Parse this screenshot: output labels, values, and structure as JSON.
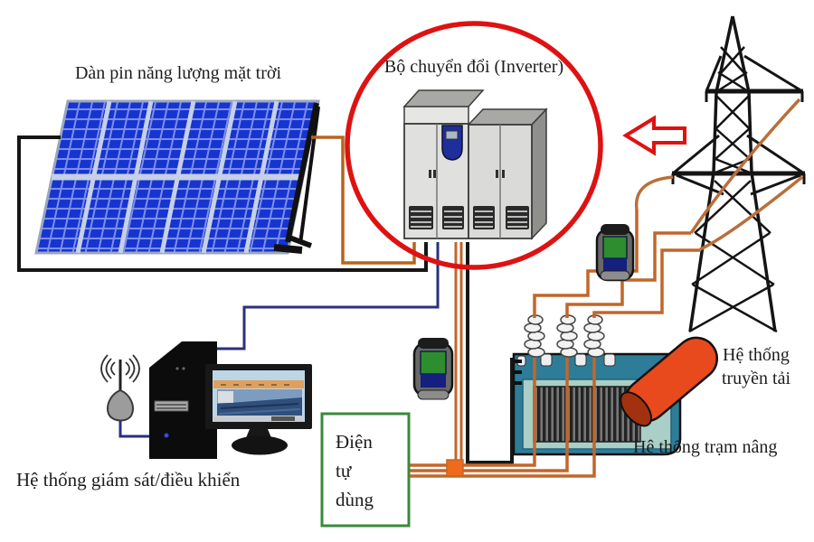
{
  "labels": {
    "solar_array": "Dàn pin năng lượng mặt trời",
    "inverter": "Bộ chuyển đổi (Inverter)",
    "transmission_line1": "Hệ thống",
    "transmission_line2": "truyền tải",
    "step_up_station": "Hệ thống trạm nâng",
    "monitoring": "Hệ thống giám sát/điều khiển",
    "self_use_line1": "Điện",
    "self_use_line2": "tự",
    "self_use_line3": "dùng"
  },
  "components": {
    "solar_panel": "solar panel array",
    "inverter_cabinet": "inverter cabinet (circled in red)",
    "transmission_tower": "high-voltage lattice tower",
    "step_up_transformer": "step-up transformer with bushing cylinder",
    "monitoring_computer": "monitoring/control computer with antenna",
    "self_use_box": "self-consumption load box",
    "meter_left": "power meter",
    "meter_right": "power meter"
  },
  "colors": {
    "accent_red": "#de1212",
    "wire_orange": "#c2662a",
    "wire_orange_dark": "#b5651d",
    "wire_black": "#161616",
    "wire_blue": "#2b2f80",
    "panel_cell_blue": "#1634d0",
    "panel_frame": "#c6d0e6",
    "transformer_teal": "#2d7d99",
    "transformer_inner": "#a9cfc6",
    "cylinder_orange": "#e8491d",
    "meter_screen_green": "#2e8d2e",
    "meter_band_blue": "#141f7e",
    "box_border_green": "#3a8a3a"
  }
}
